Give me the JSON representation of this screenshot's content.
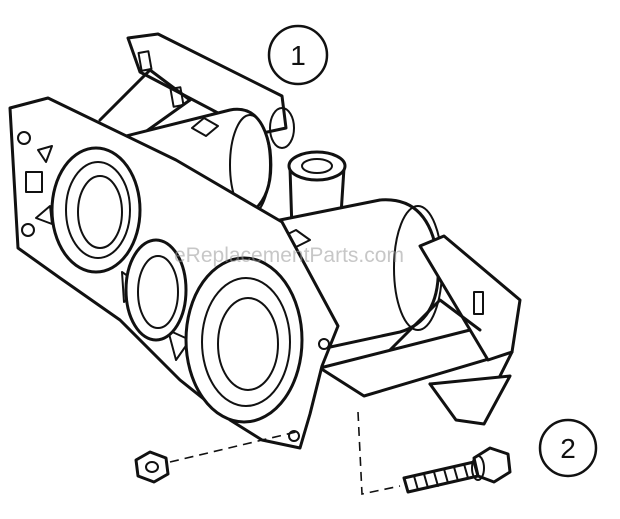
{
  "callouts": [
    {
      "label": "1"
    },
    {
      "label": "2"
    }
  ],
  "watermark": "eReplacementParts.com"
}
